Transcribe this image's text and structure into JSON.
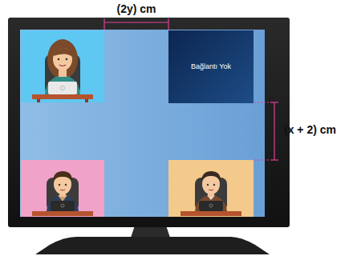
{
  "diagram": {
    "nodes": [
      {
        "text": [
          "Bağlantı Yok"
        ]
      }
    ],
    "labels": [
      "(2y) cm",
      "(x + 2) cm"
    ]
  }
}
